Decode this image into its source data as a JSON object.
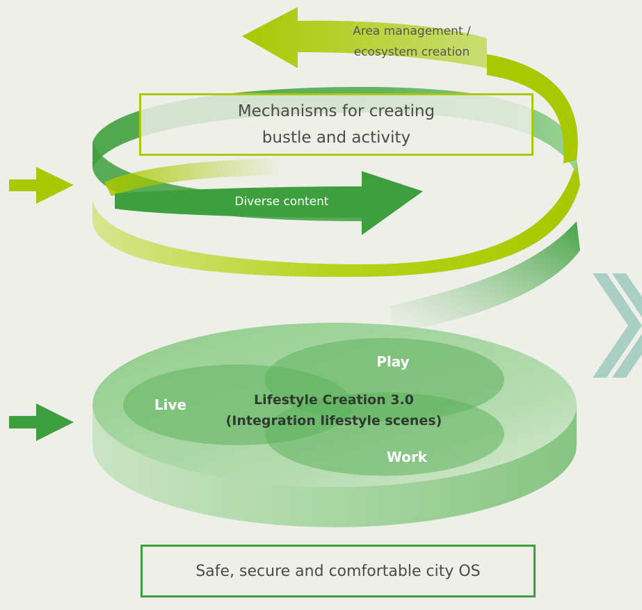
{
  "top_arrow": {
    "line1": "Area management /",
    "line2": "ecosystem creation"
  },
  "mechanisms_box": {
    "line1": "Mechanisms for creating",
    "line2": "bustle and activity"
  },
  "diverse_arrow": {
    "label": "Diverse content"
  },
  "disk": {
    "play": "Play",
    "live": "Live",
    "work": "Work",
    "center_line1": "Lifestyle Creation 3.0",
    "center_line2": "(Integration lifestyle scenes)"
  },
  "os_box": {
    "label": "Safe, secure and comfortable city OS"
  },
  "colors": {
    "lime": "#a8c800",
    "green": "#3d9f3d",
    "light_green": "#7dc37d",
    "teal_chevron": "#a9cfc4",
    "box_border_lime": "#a8c800",
    "box_border_green": "#3d9f3d",
    "background": "#efefea"
  }
}
